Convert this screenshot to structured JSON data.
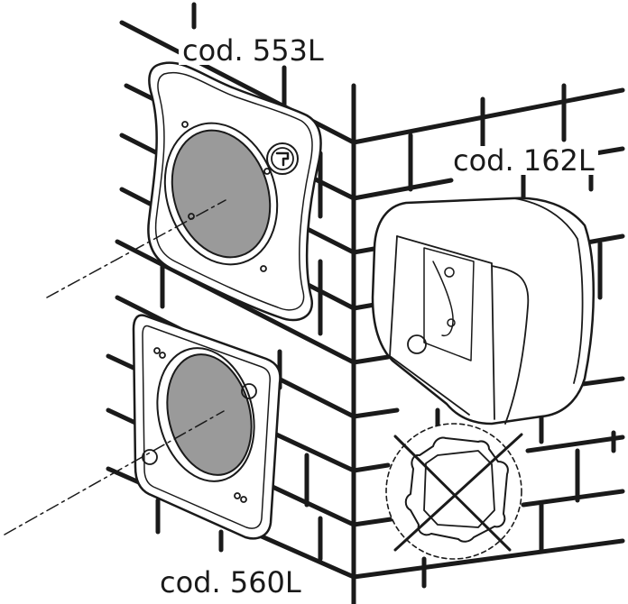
{
  "labels": {
    "plate_553": "cod. 553L",
    "box_162": "cod. 162L",
    "frame_560": "cod. 560L"
  },
  "colors": {
    "line": "#1a1a1a",
    "lens_fill": "#9a9a9a",
    "background": "#ffffff"
  },
  "icons": {
    "prohibited_mark": "cross-out-icon",
    "wall": "brick-wall-corner"
  }
}
